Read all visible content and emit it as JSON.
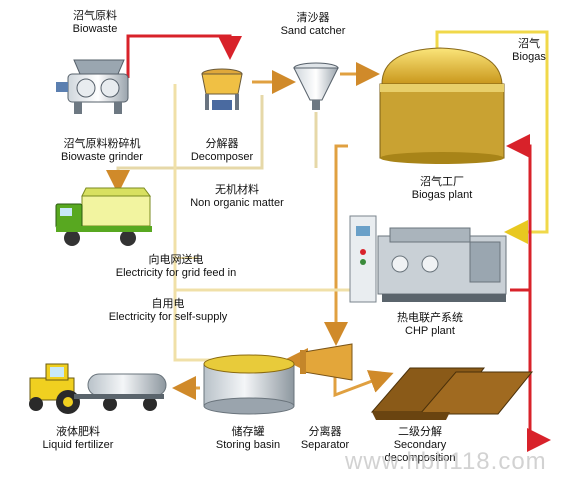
{
  "nodes": {
    "biowaste": {
      "zh": "沼气原料",
      "en": "Biowaste"
    },
    "grinder": {
      "zh": "沼气原料粉碎机",
      "en": "Biowaste grinder"
    },
    "decomposer": {
      "zh": "分解器",
      "en": "Decomposer"
    },
    "sand_catcher": {
      "zh": "清沙器",
      "en": "Sand catcher"
    },
    "biogas": {
      "zh": "沼气",
      "en": "Biogas"
    },
    "biogas_plant": {
      "zh": "沼气工厂",
      "en": "Biogas plant"
    },
    "non_organic": {
      "zh": "无机材料",
      "en": "Non organic matter"
    },
    "grid_feed": {
      "zh": "向电网送电",
      "en": "Electricity for grid feed in"
    },
    "self_supply": {
      "zh": "自用电",
      "en": "Electricity for self-supply"
    },
    "chp_plant": {
      "zh": "热电联产系统",
      "en": "CHP plant"
    },
    "liquid_fertilizer": {
      "zh": "液体肥料",
      "en": "Liquid fertilizer"
    },
    "storing_basin": {
      "zh": "储存罐",
      "en": "Storing basin"
    },
    "separator": {
      "zh": "分离器",
      "en": "Separator"
    },
    "secondary_decomposition": {
      "zh": "二级分解",
      "en": "Secondary decomposition"
    }
  },
  "watermark": "www.hbh118.com",
  "colors": {
    "material_flow": "#e0a040",
    "gas_flow": "#f0d84a",
    "heat_flow": "#d8222a",
    "digestate": "#f1c232"
  }
}
